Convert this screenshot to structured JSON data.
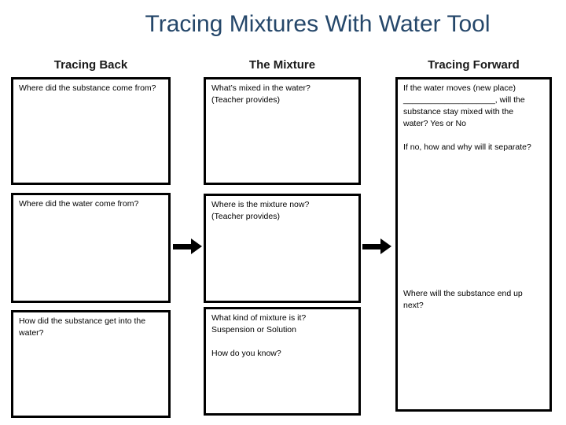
{
  "slide": {
    "title": "Tracing Mixtures With Water Tool"
  },
  "columns": {
    "tracing_back": {
      "header": "Tracing Back",
      "box1": "Where did the substance come from?",
      "box2": "Where did the water come from?",
      "box3": "How did the substance get into the\nwater?"
    },
    "the_mixture": {
      "header": "The Mixture",
      "box1": "What’s mixed in the water?\n(Teacher provides)",
      "box2": "Where is the mixture now?\n(Teacher provides)",
      "box3": "What kind of mixture is it?\nSuspension or Solution\n\nHow do you know?"
    },
    "tracing_forward": {
      "header": "Tracing Forward",
      "box_top": "If the water moves (new place)\n____________________, will the\nsubstance stay mixed with the\nwater? Yes or No\n\nIf no, how and why will it separate?",
      "box_bottom": "Where will the substance end up\nnext?"
    }
  },
  "icons": {
    "flow_arrow": "right-arrow"
  },
  "colors": {
    "title_text": "#25476A",
    "header_text": "#1A1A1A",
    "box_border": "#000000",
    "arrow_fill": "#000000",
    "background": "#FFFFFF"
  }
}
